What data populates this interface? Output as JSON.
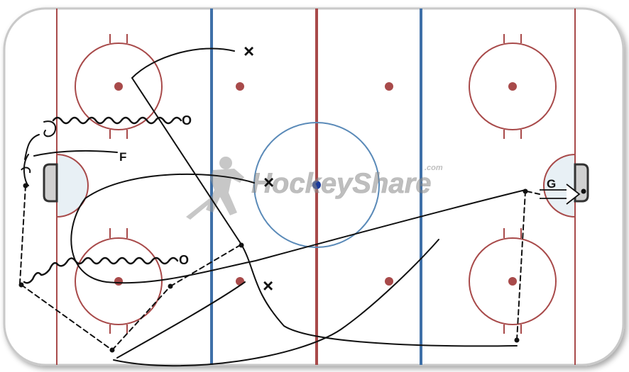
{
  "watermark": {
    "brand": "HockeyShare",
    "suffix": ".com"
  },
  "players": {
    "x1": "×",
    "x2": "×",
    "x3": "×",
    "o1": "O",
    "o2": "O",
    "f": "F",
    "g": "G"
  },
  "colors": {
    "red_line": "#a84a4a",
    "blue_line": "#3f70a8",
    "board": "#6a6a6a",
    "crease_fill": "#e8f0f5",
    "ink": "#111111",
    "center_dot": "#1a3a9a"
  }
}
